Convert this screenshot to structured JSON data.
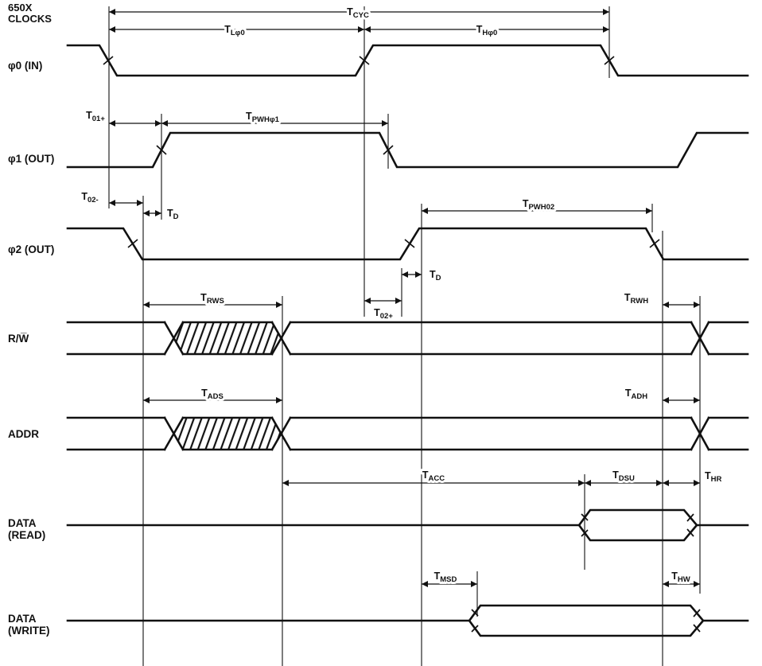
{
  "header": {
    "line1": "650X",
    "line2": "CLOCKS"
  },
  "signals": {
    "phi0": {
      "label": "φ0 (IN)"
    },
    "phi1": {
      "label": "φ1 (OUT)"
    },
    "phi2": {
      "label": "φ2 (OUT)"
    },
    "rw": {
      "label": "R/W̅"
    },
    "addr": {
      "label": "ADDR"
    },
    "data_read": {
      "line1": "DATA",
      "line2": "(READ)"
    },
    "data_write": {
      "line1": "DATA",
      "line2": "(WRITE)"
    }
  },
  "timings": {
    "tcyc": {
      "main": "T",
      "sub": "CYC"
    },
    "tl_phi0": {
      "main": "T",
      "sub": "Lφ0"
    },
    "th_phi0": {
      "main": "T",
      "sub": "Hφ0"
    },
    "t01p": {
      "main": "T",
      "sub": "01+"
    },
    "tpwh_phi1": {
      "main": "T",
      "sub": "PWHφ1"
    },
    "t02m": {
      "main": "T",
      "sub": "02-"
    },
    "td1": {
      "main": "T",
      "sub": "D"
    },
    "tpwh02": {
      "main": "T",
      "sub": "PWH02"
    },
    "td2": {
      "main": "T",
      "sub": "D"
    },
    "t02p": {
      "main": "T",
      "sub": "02+"
    },
    "trws": {
      "main": "T",
      "sub": "RWS"
    },
    "trwh": {
      "main": "T",
      "sub": "RWH"
    },
    "tads": {
      "main": "T",
      "sub": "ADS"
    },
    "tadh": {
      "main": "T",
      "sub": "ADH"
    },
    "tacc": {
      "main": "T",
      "sub": "ACC"
    },
    "tdsu": {
      "main": "T",
      "sub": "DSU"
    },
    "thr": {
      "main": "T",
      "sub": "HR"
    },
    "tmsd": {
      "main": "T",
      "sub": "MSD"
    },
    "thw": {
      "main": "T",
      "sub": "HW"
    }
  },
  "colors": {
    "ink": "#111111",
    "paper": "#ffffff"
  }
}
